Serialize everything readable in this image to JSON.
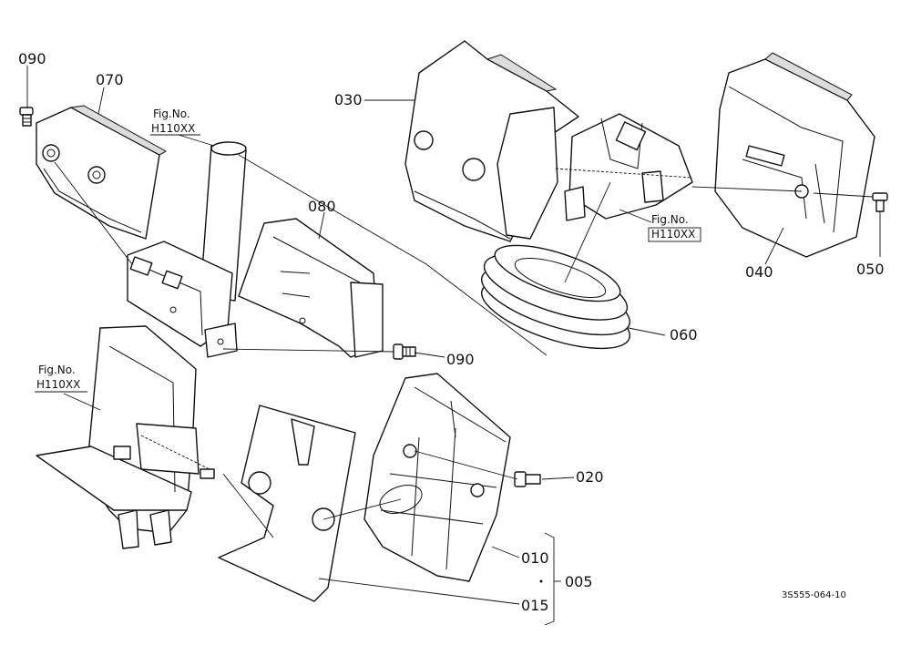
{
  "labels": {
    "p005": "005",
    "p010": "010",
    "p015": "015",
    "p020": "020",
    "p030": "030",
    "p040": "040",
    "p050": "050",
    "p060": "060",
    "p070": "070",
    "p080": "080",
    "p090a": "090",
    "p090b": "090"
  },
  "fig_refs": [
    {
      "line1": "Fig.No.",
      "line2": "H110XX"
    },
    {
      "line1": "Fig.No.",
      "line2": "H110XX"
    },
    {
      "line1": "Fig.No.",
      "line2": "H110XX"
    }
  ],
  "drawing_code": "3S555-064-10"
}
